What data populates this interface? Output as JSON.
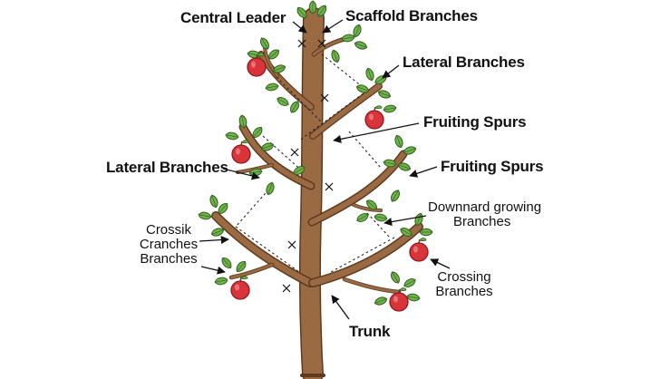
{
  "labels": {
    "central_leader": "Central Leader",
    "scaffold_branches": "Scaffold Branches",
    "lateral_branches_top": "Lateral Branches",
    "fruiting_spurs_top": "Fruiting Spurs",
    "fruiting_spurs_right": "Fruiting Spurs",
    "lateral_branches_left": "Lateral Branches",
    "downward_growing_line1": "Downnard growing",
    "downward_growing_line2": "Branches",
    "crossing_left_line1": "Crossik",
    "crossing_left_line2": "Cranches",
    "crossing_left_line3": "Branches",
    "crossing_right_line1": "Crossing",
    "crossing_right_line2": "Branches",
    "trunk": "Trunk"
  },
  "colors": {
    "bark": "#9a6a43",
    "bark_dark": "#5e3a1e",
    "leaf": "#6fb24a",
    "leaf_dark": "#2f5e1f",
    "apple": "#d8343a",
    "apple_dark": "#8e1a1f",
    "ink": "#111111"
  },
  "icons": {
    "cut_mark": "x-mark-icon",
    "leaf": "leaf-icon",
    "apple": "apple-icon"
  }
}
